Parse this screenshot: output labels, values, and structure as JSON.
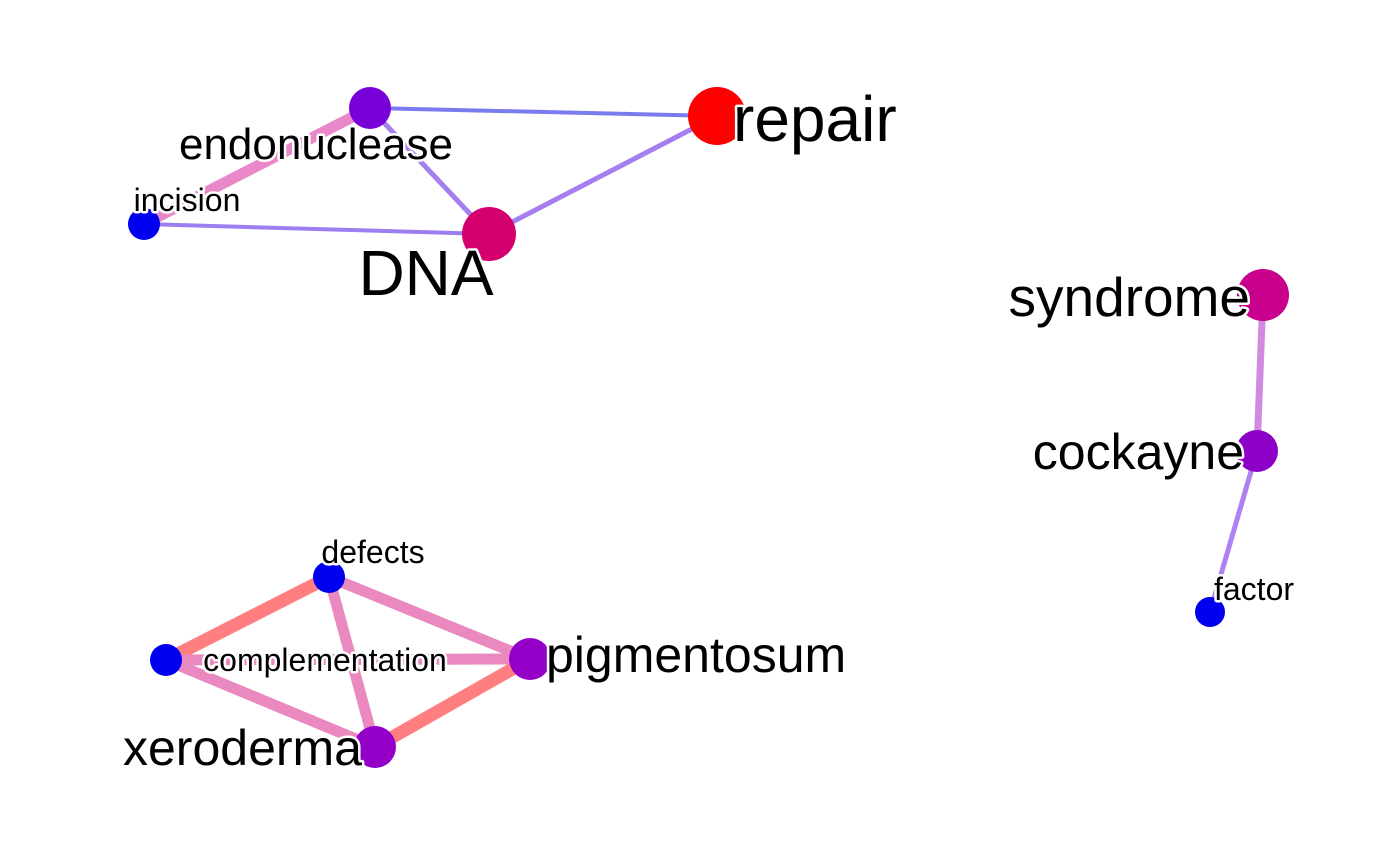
{
  "network": {
    "nodes": [
      {
        "id": "repair",
        "label": "repair",
        "color": "#ff0000"
      },
      {
        "id": "endonuclease",
        "label": "endonuclease",
        "color": "#7a00d8"
      },
      {
        "id": "incision",
        "label": "incision",
        "color": "#0000ee"
      },
      {
        "id": "DNA",
        "label": "DNA",
        "color": "#d40070"
      },
      {
        "id": "syndrome",
        "label": "syndrome",
        "color": "#c8008c"
      },
      {
        "id": "cockayne",
        "label": "cockayne",
        "color": "#8c00c8"
      },
      {
        "id": "factor",
        "label": "factor",
        "color": "#0000ee"
      },
      {
        "id": "defects",
        "label": "defects",
        "color": "#0000ee"
      },
      {
        "id": "complementation",
        "label": "complementation",
        "color": "#0000ee"
      },
      {
        "id": "pigmentosum",
        "label": "pigmentosum",
        "color": "#9400c8"
      },
      {
        "id": "xeroderma",
        "label": "xeroderma",
        "color": "#9400c8"
      }
    ],
    "edges": [
      {
        "source": "endonuclease",
        "target": "repair",
        "color": "#7b7bf0"
      },
      {
        "source": "endonuclease",
        "target": "DNA",
        "color": "#a57ef0"
      },
      {
        "source": "endonuclease",
        "target": "incision",
        "color": "#e888c8"
      },
      {
        "source": "incision",
        "target": "DNA",
        "color": "#9d7ef0"
      },
      {
        "source": "DNA",
        "target": "repair",
        "color": "#a57ef0"
      },
      {
        "source": "syndrome",
        "target": "cockayne",
        "color": "#d28ae0"
      },
      {
        "source": "cockayne",
        "target": "factor",
        "color": "#ad82f0"
      },
      {
        "source": "defects",
        "target": "complementation",
        "color": "#ff7e80"
      },
      {
        "source": "defects",
        "target": "pigmentosum",
        "color": "#ea88c0"
      },
      {
        "source": "defects",
        "target": "xeroderma",
        "color": "#ea88c0"
      },
      {
        "source": "complementation",
        "target": "pigmentosum",
        "color": "#ea88c0"
      },
      {
        "source": "complementation",
        "target": "xeroderma",
        "color": "#ea88c0"
      },
      {
        "source": "pigmentosum",
        "target": "xeroderma",
        "color": "#ff7e80"
      }
    ]
  }
}
